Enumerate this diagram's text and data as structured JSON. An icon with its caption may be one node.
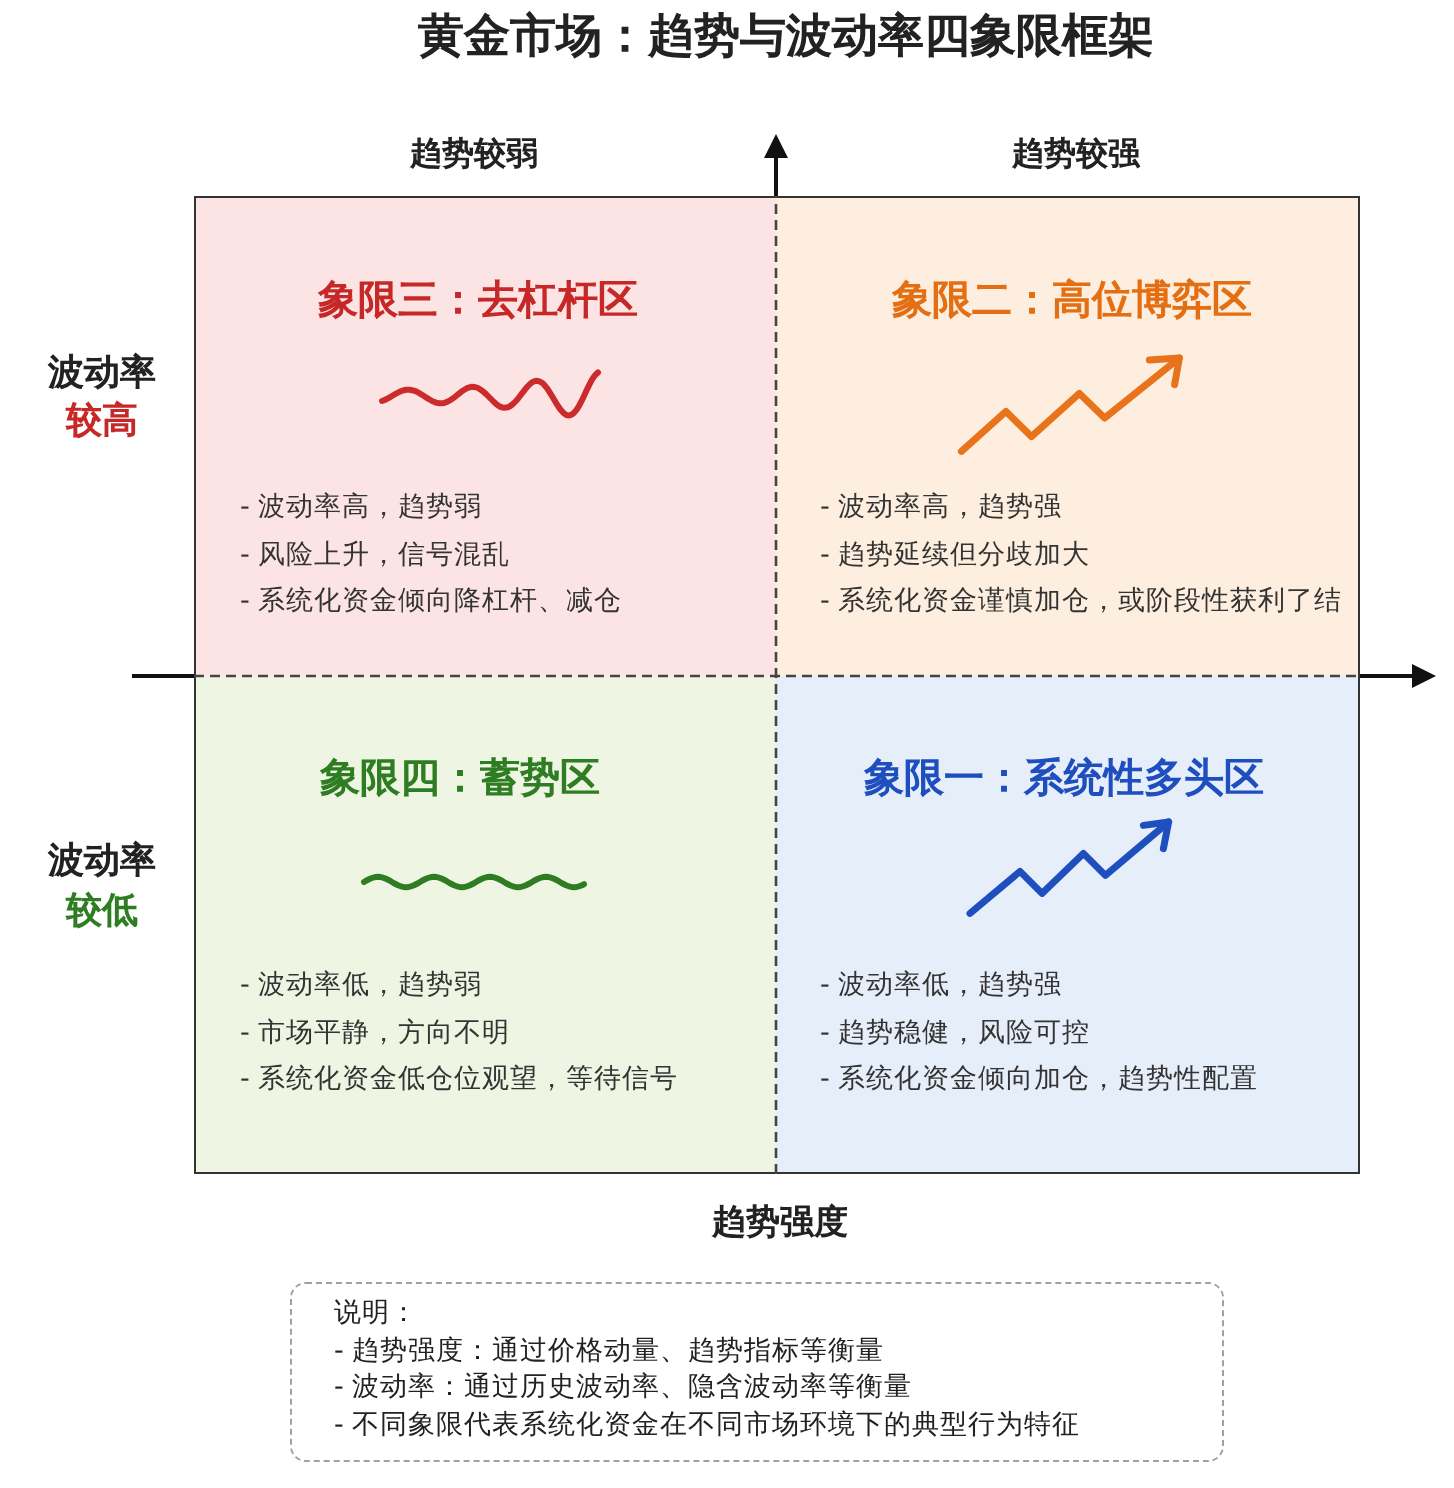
{
  "diagram": {
    "title": "黄金市场：趋势与波动率四象限框架",
    "nodes": [
      {
        "text": [
          "象限三：去杠杆区",
          "- 波动率高，趋势弱",
          "- 风险上升，信号混乱",
          "- 系统化资金倾向降杠杆、减仓"
        ]
      },
      {
        "text": [
          "象限二：高位博弈区",
          "- 波动率高，趋势强",
          "- 趋势延续但分歧加大",
          "- 系统化资金谨慎加仓，或阶段性获利了结"
        ]
      },
      {
        "text": [
          "象限四：蓄势区",
          "- 波动率低，趋势弱",
          "- 市场平静，方向不明",
          "- 系统化资金低仓位观望，等待信号"
        ]
      },
      {
        "text": [
          "象限一：系统性多头区",
          "- 波动率低，趋势强",
          "- 趋势稳健，风险可控",
          "- 系统化资金倾向加仓，趋势性配置"
        ]
      },
      {
        "text": [
          "说明：",
          "- 趋势强度：通过价格动量、趋势指标等衡量",
          "- 波动率：通过历史波动率、隐含波动率等衡量",
          "- 不同象限代表系统化资金在不同市场环境下的典型行为特征"
        ]
      }
    ],
    "labels": [
      "趋势较弱",
      "趋势较强",
      "波动率",
      "较高",
      "波动率",
      "较低",
      "趋势强度"
    ]
  }
}
